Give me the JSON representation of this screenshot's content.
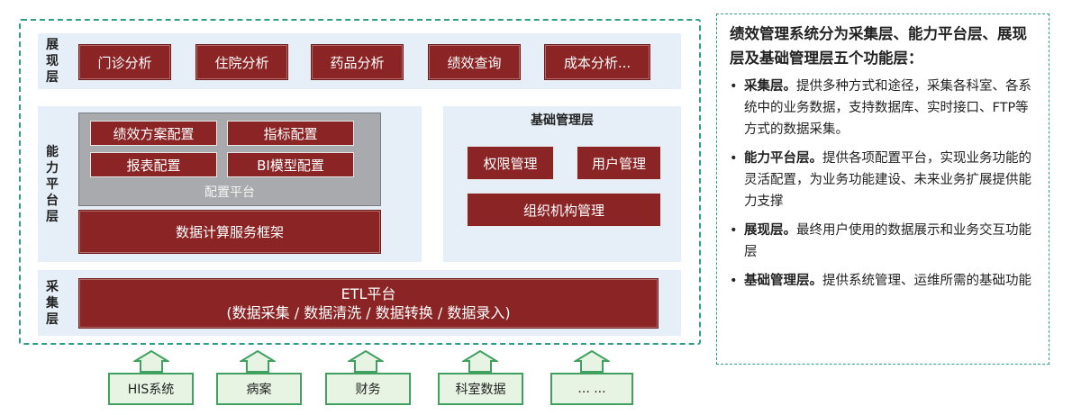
{
  "layers": {
    "presentation": {
      "label_chars": [
        "展",
        "现",
        "层"
      ],
      "modules": [
        "门诊分析",
        "住院分析",
        "药品分析",
        "绩效查询",
        "成本分析..."
      ]
    },
    "capability": {
      "label_chars": [
        "能",
        "力",
        "平",
        "台",
        "层"
      ],
      "config_items": [
        "绩效方案配置",
        "指标配置",
        "报表配置",
        "BI模型配置"
      ],
      "config_platform_label": "配置平台",
      "compute_framework": "数据计算服务框架"
    },
    "base_management": {
      "title": "基础管理层",
      "items": [
        "权限管理",
        "用户管理",
        "组织机构管理"
      ]
    },
    "collection": {
      "label_chars": [
        "采",
        "集",
        "层"
      ],
      "etl_title": "ETL平台",
      "etl_subtitle": "(数据采集 / 数据清洗 / 数据转换 / 数据录入)"
    }
  },
  "sources": [
    "HIS系统",
    "病案",
    "财务",
    "科室数据",
    "... ..."
  ],
  "colors": {
    "accent_green": "#2f9e86",
    "module_red": "#8b2425",
    "band_blue": "#e6eef7",
    "config_gray": "#a8aaad",
    "source_green": "#3fa060"
  },
  "description": {
    "heading": "绩效管理系统分为采集层、能力平台层、展现层及基础管理层五个功能层：",
    "bullet": "•",
    "items": [
      {
        "term": "采集层。",
        "text": "提供多种方式和途径，采集各科室、各系统中的业务数据，支持数据库、实时接口、FTP等方式的数据采集。"
      },
      {
        "term": "能力平台层。",
        "text": "提供各项配置平台，实现业务功能的灵活配置，为业务功能建设、未来业务扩展提供能力支撑"
      },
      {
        "term": "展现层。",
        "text": "最终用户使用的数据展示和业务交互功能层"
      },
      {
        "term": "基础管理层。",
        "text": "提供系统管理、运维所需的基础功能"
      }
    ]
  }
}
